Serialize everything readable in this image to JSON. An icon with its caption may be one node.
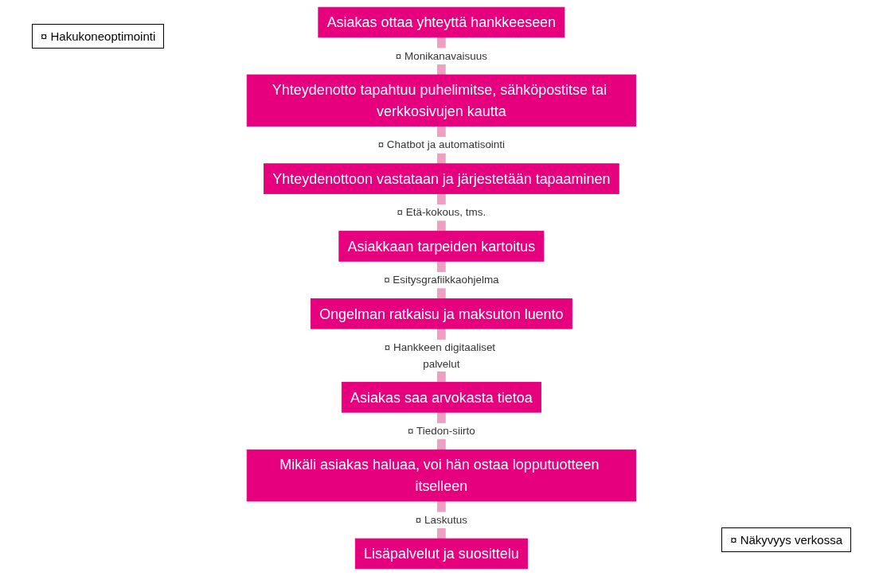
{
  "diagram": {
    "nodes": [
      {
        "text": [
          "Asiakas ottaa yhteyttä hankkeeseen"
        ]
      },
      {
        "text": [
          "Yhteydenotto tapahtuu puhelimitse, sähköpostitse tai verkkosivujen kautta"
        ]
      },
      {
        "text": [
          "Yhteydenottoon vastataan ja järjestetään tapaaminen"
        ]
      },
      {
        "text": [
          "Asiakkaan tarpeiden kartoitus"
        ]
      },
      {
        "text": [
          "Ongelman ratkaisu ja maksuton luento"
        ]
      },
      {
        "text": [
          "Asiakas saa arvokasta tietoa"
        ]
      },
      {
        "text": [
          "Mikäli asiakas haluaa, voi hän ostaa lopputuotteen itselleen"
        ]
      },
      {
        "text": [
          "Lisäpalvelut ja suosittelu"
        ]
      }
    ],
    "edges": [
      {
        "from": 0,
        "to": 1,
        "arrow": "none",
        "label": "¤ Monikanavaisuus"
      },
      {
        "from": 1,
        "to": 2,
        "arrow": "none",
        "label": "¤ Chatbot ja automatisointi"
      },
      {
        "from": 2,
        "to": 3,
        "arrow": "none",
        "label": "¤ Etä-kokous, tms."
      },
      {
        "from": 3,
        "to": 4,
        "arrow": "none",
        "label": "¤ Esitysgrafiikkaohjelma"
      },
      {
        "from": 4,
        "to": 5,
        "arrow": "none",
        "label": "¤ Hankkeen digitaaliset palvelut"
      },
      {
        "from": 5,
        "to": 6,
        "arrow": "none",
        "label": "¤ Tiedon-siirto"
      },
      {
        "from": 6,
        "to": 7,
        "arrow": "none",
        "label": "¤ Laskutus"
      }
    ],
    "labels": [
      "¤ Hakukoneoptimointi",
      "¤ Näkyvyys verkossa"
    ]
  }
}
